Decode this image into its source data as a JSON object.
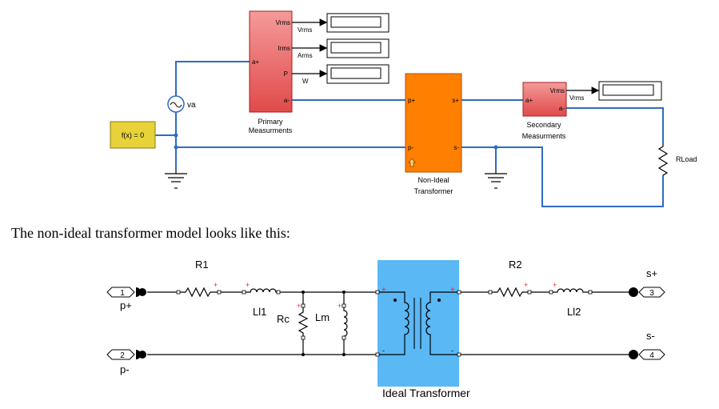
{
  "top_model": {
    "primary_block": {
      "ports": [
        "Vrms",
        "Irms",
        "P",
        "a+",
        "a-"
      ],
      "caption_line1": "Primary",
      "caption_line2": "Measurments"
    },
    "primary_outputs": [
      "Vrms",
      "Arms",
      "W"
    ],
    "source_label": "va",
    "function_block": "f(x) = 0",
    "transformer_block": {
      "ports": [
        "p+",
        "p-",
        "s+",
        "s-"
      ],
      "caption_line1": "Non-Ideal",
      "caption_line2": "Transformer"
    },
    "secondary_block": {
      "ports": [
        "Vrms",
        "a+",
        "a-"
      ],
      "caption_line1": "Secondary",
      "caption_line2": "Measurments"
    },
    "secondary_output": "Vrms",
    "load_label": "RLoad"
  },
  "caption": "The non-ideal transformer model looks like this:",
  "sub_model": {
    "ports": {
      "p_plus_num": "1",
      "p_plus_label": "p+",
      "p_minus_num": "2",
      "p_minus_label": "p-",
      "s_plus_num": "3",
      "s_plus_label": "s+",
      "s_minus_num": "4",
      "s_minus_label": "s-"
    },
    "components": {
      "r1": "R1",
      "ll1": "Ll1",
      "rc": "Rc",
      "lm": "Lm",
      "r2": "R2",
      "ll2": "Ll2"
    },
    "ideal_transformer_label": "Ideal Transformer"
  },
  "colors": {
    "wire": "#2f6bc4",
    "meas_block": "#e85a5a",
    "transformer_block": "#ff7f00",
    "function_block": "#e8d23a",
    "ideal_transformer_fill": "#5ab8f5",
    "plus_sign": "#e8282d"
  }
}
